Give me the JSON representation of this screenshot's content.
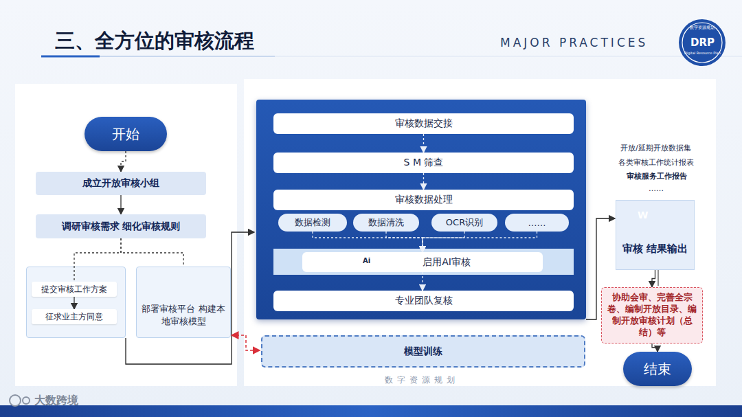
{
  "diagram": {
    "title": "三、全方位的审核流程",
    "nodes": [
      {
        "text": [
          "开始"
        ]
      },
      {
        "text": [
          "成立开放审核小组"
        ]
      },
      {
        "text": [
          "调研审核需求 细化审核规则"
        ]
      },
      {
        "text": [
          "提交审核工作方案"
        ]
      },
      {
        "text": [
          "征求业主方同意"
        ]
      },
      {
        "text": [
          "部署审核平台 构建本地审核模型"
        ]
      },
      {
        "text": [
          "审核数据交接"
        ]
      },
      {
        "text": [
          "S M 筛查"
        ]
      },
      {
        "text": [
          "审核数据处理"
        ]
      },
      {
        "text": [
          "数据检测"
        ]
      },
      {
        "text": [
          "数据清洗"
        ]
      },
      {
        "text": [
          "OCR识别"
        ]
      },
      {
        "text": [
          "……"
        ]
      },
      {
        "text": [
          "启用AI审核"
        ]
      },
      {
        "text": [
          "专业团队复核"
        ]
      },
      {
        "text": [
          "模型训练"
        ]
      },
      {
        "text": [
          "审核 结果输出"
        ]
      },
      {
        "text": [
          "协助会审、完善全宗卷、编制开放目录、编制开放审核计划（总结）等"
        ]
      },
      {
        "text": [
          "结束"
        ]
      }
    ],
    "edges": [
      {
        "from": 0,
        "to": 1,
        "arrow": "to"
      },
      {
        "from": 1,
        "to": 2,
        "arrow": "to"
      },
      {
        "from": 2,
        "to": 3,
        "arrow": "none"
      },
      {
        "from": 2,
        "to": 5,
        "arrow": "none"
      },
      {
        "from": 3,
        "to": 4,
        "arrow": "to"
      },
      {
        "from": 6,
        "to": 7,
        "arrow": "to"
      },
      {
        "from": 7,
        "to": 8,
        "arrow": "to"
      },
      {
        "from": 9,
        "to": 13,
        "arrow": "to"
      },
      {
        "from": 10,
        "to": 13,
        "arrow": "to"
      },
      {
        "from": 11,
        "to": 13,
        "arrow": "to"
      },
      {
        "from": 12,
        "to": 13,
        "arrow": "to"
      },
      {
        "from": 13,
        "to": 14,
        "arrow": "to"
      },
      {
        "from": 16,
        "to": 17,
        "arrow": "to"
      },
      {
        "from": 17,
        "to": 18,
        "arrow": "to"
      }
    ],
    "labels": [
      "MAJOR PRACTICES",
      "DRP",
      "数字资源规划",
      "Digital Resource Plan",
      "数字资源规划",
      "开放/延期开放数据集",
      "各类审核工作统计报表",
      "审核服务工作报告",
      "……",
      "Ai",
      "W",
      "大数跨境"
    ]
  }
}
